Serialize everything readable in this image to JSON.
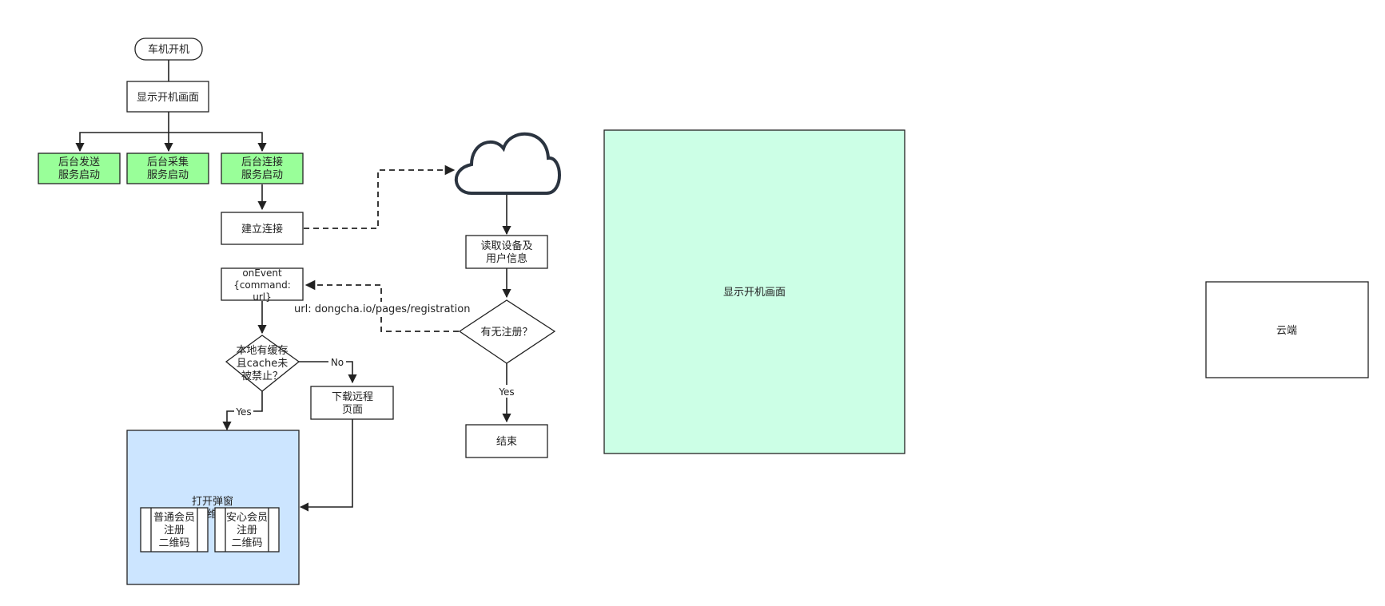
{
  "nodes": {
    "start": "车机开机",
    "show_boot": "显示开机画面",
    "bg_send": [
      "后台发送",
      "服务启动"
    ],
    "bg_collect": [
      "后台采集",
      "服务启动"
    ],
    "bg_connect": [
      "后台连接",
      "服务启动"
    ],
    "establish": "建立连接",
    "on_event": [
      "onEvent",
      "{command:",
      "url}"
    ],
    "cache_check": [
      "本地有缓存",
      "且cache未",
      "被禁止？"
    ],
    "download": [
      "下载远程",
      "页面"
    ],
    "popup_title": "打开弹窗",
    "popup_hidden": "维",
    "member_normal": [
      "普通会员",
      "注册",
      "二维码"
    ],
    "member_secure": [
      "安心会员",
      "注册",
      "二维码"
    ],
    "read_info": [
      "读取设备及",
      "用户信息"
    ],
    "registered_check": "有无注册？",
    "end": "结束",
    "big_panel": "显示开机画面",
    "cloud_box": "云端"
  },
  "edges": {
    "url_label": "url: dongcha.io/pages/registration",
    "no_label": "No",
    "yes_label_left": "Yes",
    "yes_label_right": "Yes"
  },
  "colors": {
    "service_green": "#99ff99",
    "popup_blue": "#cce5ff",
    "panel_mint": "#ccffe6",
    "cloud_stroke": "#2b3440"
  },
  "icons": {
    "cloud": "cloud-icon"
  }
}
